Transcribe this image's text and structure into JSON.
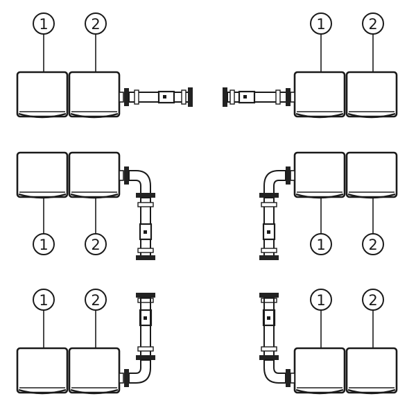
{
  "callouts": {
    "unit_1": "1",
    "unit_2": "2"
  },
  "colors": {
    "line": "#1a1a1a",
    "fill": "#ffffff",
    "dark": "#222222"
  },
  "configurations": [
    {
      "id": "a",
      "pipe": "horizontal-right",
      "labels": "top"
    },
    {
      "id": "b",
      "pipe": "horizontal-left",
      "labels": "top"
    },
    {
      "id": "c",
      "pipe": "elbow-down-right",
      "labels": "bottom"
    },
    {
      "id": "d",
      "pipe": "elbow-down-left",
      "labels": "bottom"
    },
    {
      "id": "e",
      "pipe": "elbow-up-right",
      "labels": "top"
    },
    {
      "id": "f",
      "pipe": "elbow-up-left",
      "labels": "top"
    }
  ]
}
